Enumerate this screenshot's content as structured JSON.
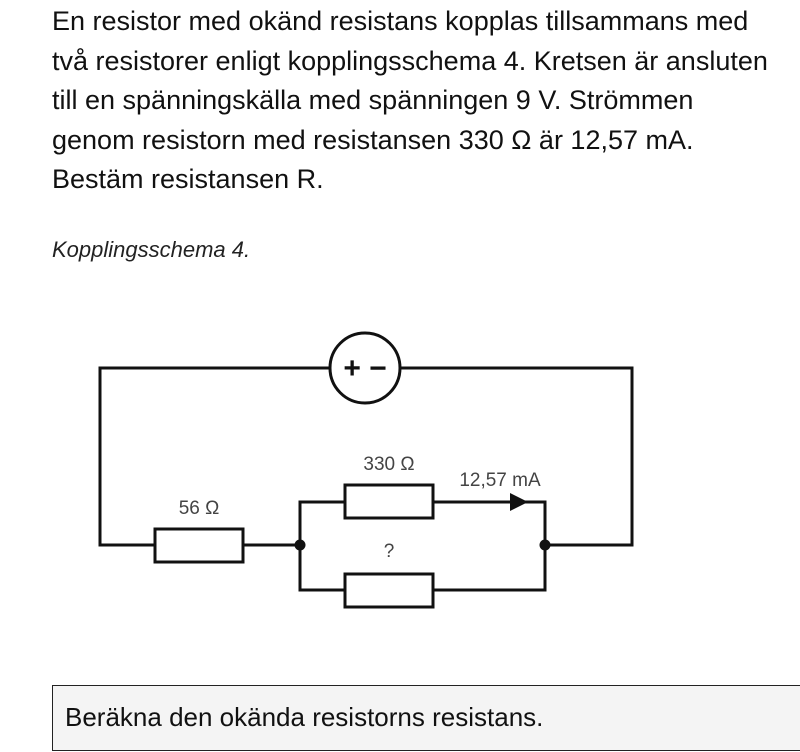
{
  "problem": {
    "text": "En resistor med okänd resistans kopplas tillsammans med två resistorer enligt kopplingsschema 4. Kretsen är ansluten till en spänningskälla med spänningen 9 V. Strömmen genom resistorn med resistansen 330 Ω är 12,57 mA. Bestäm resistansen R.",
    "caption": "Kopplingsschema 4."
  },
  "circuit": {
    "source_symbol": "+ −",
    "r1_label": "56 Ω",
    "r2_label": "330 Ω",
    "r3_label": "?",
    "current_label": "12,57 mA"
  },
  "task": {
    "label": "Beräkna den okända resistorns resistans."
  }
}
